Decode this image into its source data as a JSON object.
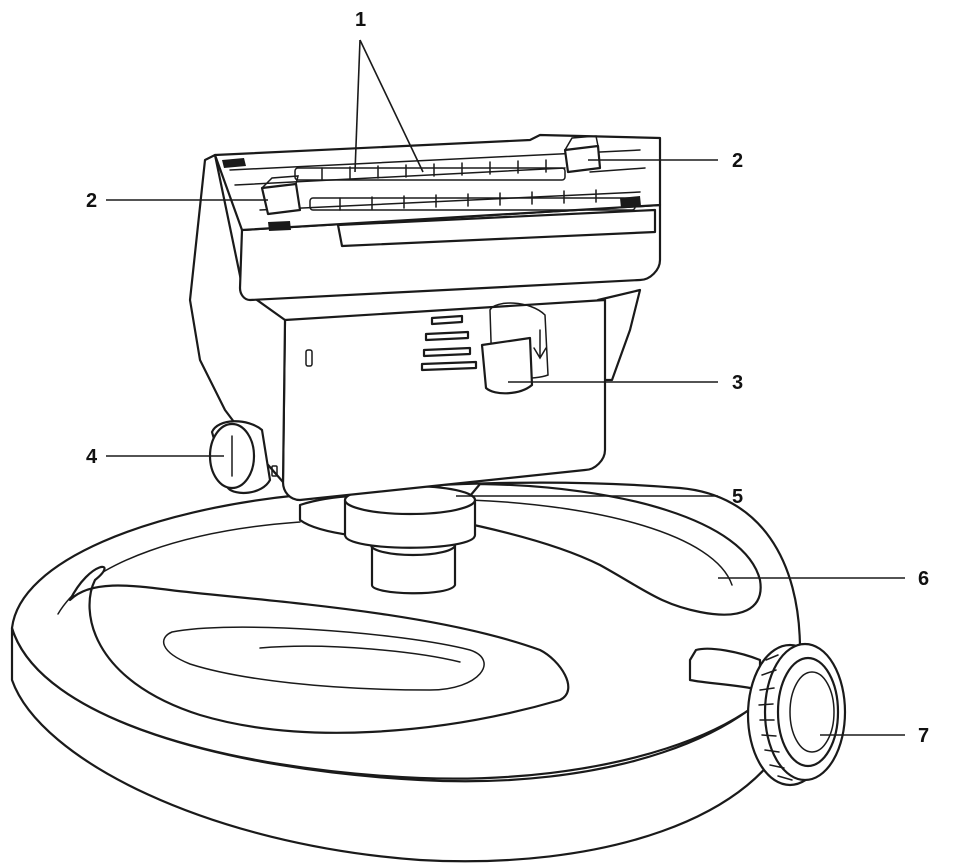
{
  "diagram": {
    "callouts": [
      {
        "id": "1",
        "label": "1"
      },
      {
        "id": "2a",
        "label": "2"
      },
      {
        "id": "2b",
        "label": "2"
      },
      {
        "id": "3",
        "label": "3"
      },
      {
        "id": "4",
        "label": "4"
      },
      {
        "id": "5",
        "label": "5"
      },
      {
        "id": "6",
        "label": "6"
      },
      {
        "id": "7",
        "label": "7"
      }
    ],
    "colors": {
      "line": "#1a1a1a",
      "fill": "#ffffff"
    }
  }
}
